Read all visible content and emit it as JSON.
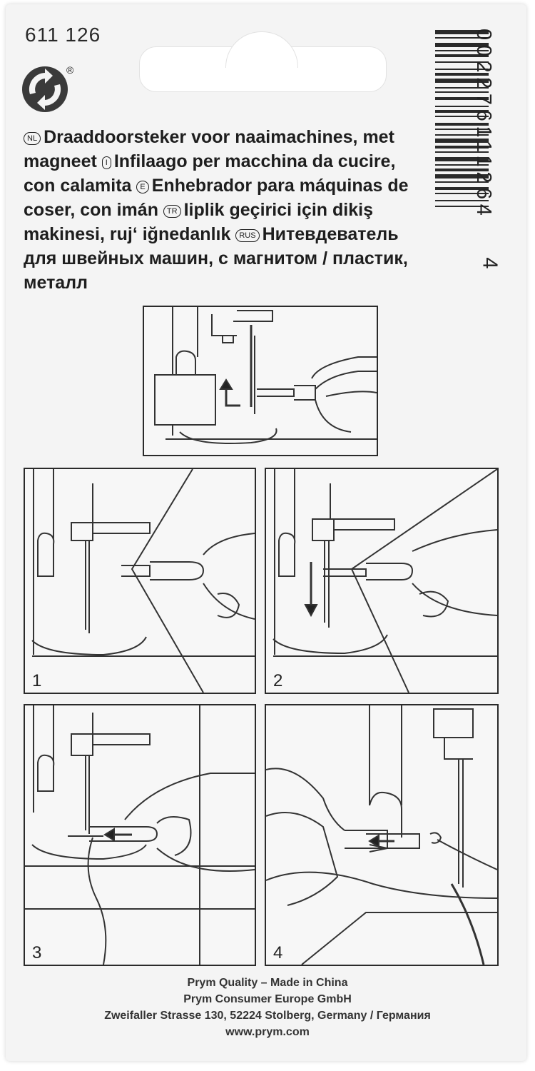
{
  "article_number": "611 126",
  "registered_mark": "®",
  "barcode": {
    "digits": "002276111264",
    "first_digit": "4"
  },
  "description": [
    {
      "lang": "NL",
      "text": "Draaddoorsteker voor naaimachines, met magneet"
    },
    {
      "lang": "I",
      "text": "Infilaago per macchina da cucire, con calamita"
    },
    {
      "lang": "E",
      "text": "Enhebrador para máquinas de coser, con imán"
    },
    {
      "lang": "TR",
      "text": "Iiplik geçirici için dikiş makinesi, ruj‘ iğnedanlık"
    },
    {
      "lang": "RUS",
      "text": "Нитевдеватель для швейных машин, с магнитом / пластик, металл"
    }
  ],
  "steps": [
    "1",
    "2",
    "3",
    "4"
  ],
  "footer": {
    "line1": "Prym Quality – Made in China",
    "line2": "Prym Consumer Europe GmbH",
    "line3": "Zweifaller Strasse 130, 52224 Stolberg, Germany / Германия",
    "line4": "www.prym.com"
  },
  "icons": [
    "green-dot-icon",
    "barcode-icon"
  ]
}
